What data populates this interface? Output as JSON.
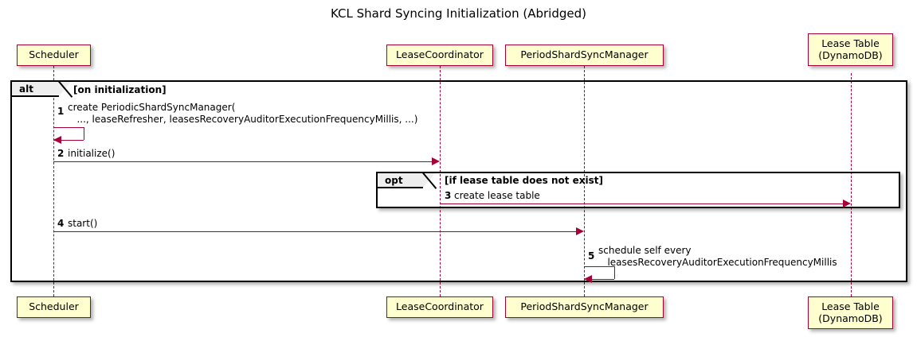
{
  "diagram": {
    "title": "KCL Shard Syncing Initialization (Abridged)",
    "type": "sequence-diagram"
  },
  "participants": [
    {
      "id": "scheduler",
      "label": "Scheduler"
    },
    {
      "id": "lease_coordinator",
      "label": "LeaseCoordinator"
    },
    {
      "id": "period_shard_sync_manager",
      "label": "PeriodShardSyncManager"
    },
    {
      "id": "lease_table",
      "label": "Lease Table\n(DynamoDB)"
    }
  ],
  "frames": [
    {
      "id": "alt_frame",
      "kind": "alt",
      "condition": "[on initialization]"
    },
    {
      "id": "opt_frame",
      "kind": "opt",
      "condition": "[if lease table does not exist]"
    }
  ],
  "messages": [
    {
      "num": "1",
      "from": "scheduler",
      "to": "scheduler",
      "self": true,
      "label": "create PeriodicShardSyncManager(\n   ..., leaseRefresher, leasesRecoveryAuditorExecutionFrequencyMillis, ...)"
    },
    {
      "num": "2",
      "from": "scheduler",
      "to": "lease_coordinator",
      "self": false,
      "label": "initialize()"
    },
    {
      "num": "3",
      "from": "lease_coordinator",
      "to": "lease_table",
      "self": false,
      "label": "create lease table"
    },
    {
      "num": "4",
      "from": "scheduler",
      "to": "period_shard_sync_manager",
      "self": false,
      "label": "start()"
    },
    {
      "num": "5",
      "from": "period_shard_sync_manager",
      "to": "period_shard_sync_manager",
      "self": true,
      "label": "schedule self every\n   leasesRecoveryAuditorExecutionFrequencyMillis"
    }
  ],
  "colors": {
    "participant_fill": "#FEFECE",
    "participant_border": "#A80036",
    "arrow": "#A80036",
    "frame_border": "#000000",
    "frame_tab_fill": "#EEEEEE",
    "background": "#FFFFFF",
    "text": "#000000"
  }
}
